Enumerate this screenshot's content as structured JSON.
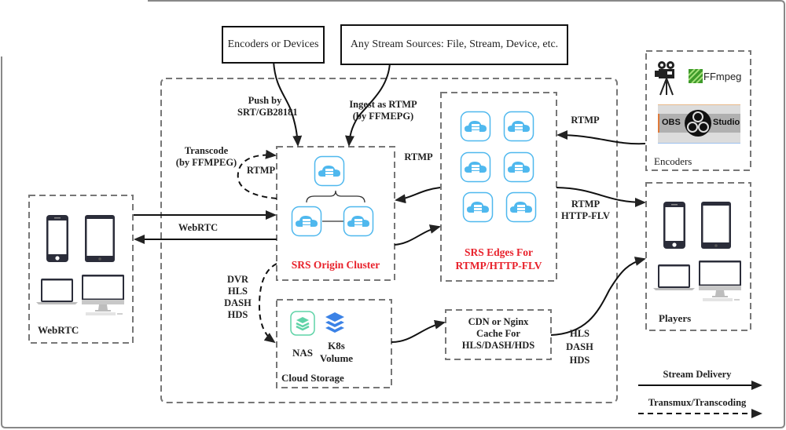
{
  "sources": {
    "encoders_or_devices": "Encoders or Devices",
    "any_stream_sources": "Any Stream Sources: File, Stream, Device, etc."
  },
  "edges_labels": {
    "push_by": "Push by",
    "push_protocol": "SRT/GB28181",
    "ingest_line1": "Ingest as RTMP",
    "ingest_line2": "(by FFMEPG)",
    "transcode_line1": "Transcode",
    "transcode_line2": "(by FFMPEG)",
    "transcode_loop_protocol": "RTMP",
    "origin_to_edge_protocol": "RTMP",
    "webrtc_protocol": "WebRTC",
    "encoders_to_edge_protocol": "RTMP",
    "edge_to_players_line1": "RTMP",
    "edge_to_players_line2": "HTTP-FLV",
    "dvr_formats": [
      "DVR",
      "HLS",
      "DASH",
      "HDS"
    ],
    "cdn_to_players_formats": [
      "HLS",
      "DASH",
      "HDS"
    ]
  },
  "clusters": {
    "origin": {
      "title": "SRS Origin Cluster",
      "server_count": 3
    },
    "edges": {
      "title_line1": "SRS Edges For",
      "title_line2": "RTMP/HTTP-FLV",
      "server_count": 6
    },
    "cloud_storage": {
      "title": "Cloud Storage",
      "nas_label": "NAS",
      "k8s_line1": "K8s",
      "k8s_line2": "Volume"
    },
    "cdn": {
      "line1": "CDN or Nginx",
      "line2": "Cache For",
      "line3": "HLS/DASH/HDS"
    }
  },
  "groups": {
    "webrtc": {
      "title": "WebRTC",
      "devices": [
        "phone-icon",
        "tablet-icon",
        "laptop-icon",
        "desktop-icon"
      ]
    },
    "encoders": {
      "title": "Encoders",
      "ffmpeg_label": "FFmpeg",
      "obs_left": "OBS",
      "obs_right": "Studio",
      "icons": [
        "movie-camera-icon",
        "ffmpeg-logo-icon",
        "obs-studio-logo-icon"
      ]
    },
    "players": {
      "title": "Players",
      "devices": [
        "phone-icon",
        "tablet-icon",
        "laptop-icon",
        "desktop-icon"
      ]
    }
  },
  "legend": {
    "stream_delivery": "Stream Delivery",
    "transmux_transcoding": "Transmux/Transcoding"
  },
  "colors": {
    "accent_red": "#e8202a",
    "cloud_blue": "#4fb8ee",
    "nas_green": "#5fd3a7",
    "k8s_blue": "#3b82e6",
    "dash_grey": "#777777",
    "line_black": "#111111"
  }
}
